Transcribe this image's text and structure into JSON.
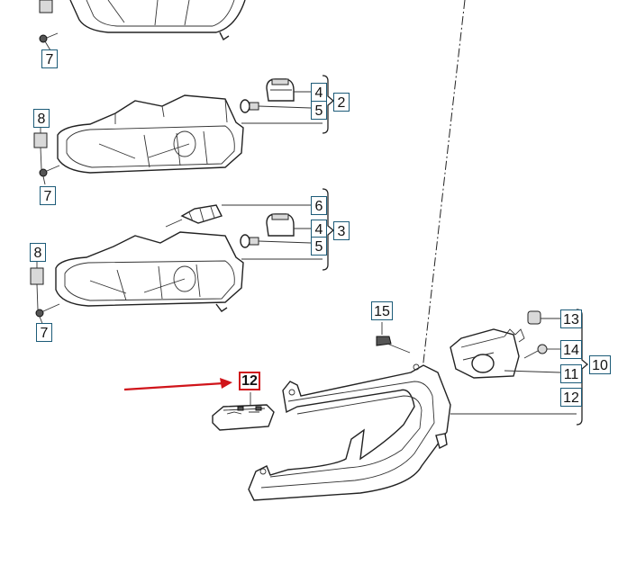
{
  "callouts": {
    "c7a": "7",
    "c8a": "8",
    "c7b": "7",
    "c8b": "8",
    "c7c": "7",
    "c4a": "4",
    "c5a": "5",
    "c2": "2",
    "c6": "6",
    "c4b": "4",
    "c5b": "5",
    "c3": "3",
    "c15": "15",
    "c13": "13",
    "c14": "14",
    "c11": "11",
    "c10": "10",
    "c12a": "12",
    "c12b": "12"
  },
  "colors": {
    "highlight": "#d0141a",
    "callout_border": "#1c5b78",
    "line": "#222222"
  }
}
